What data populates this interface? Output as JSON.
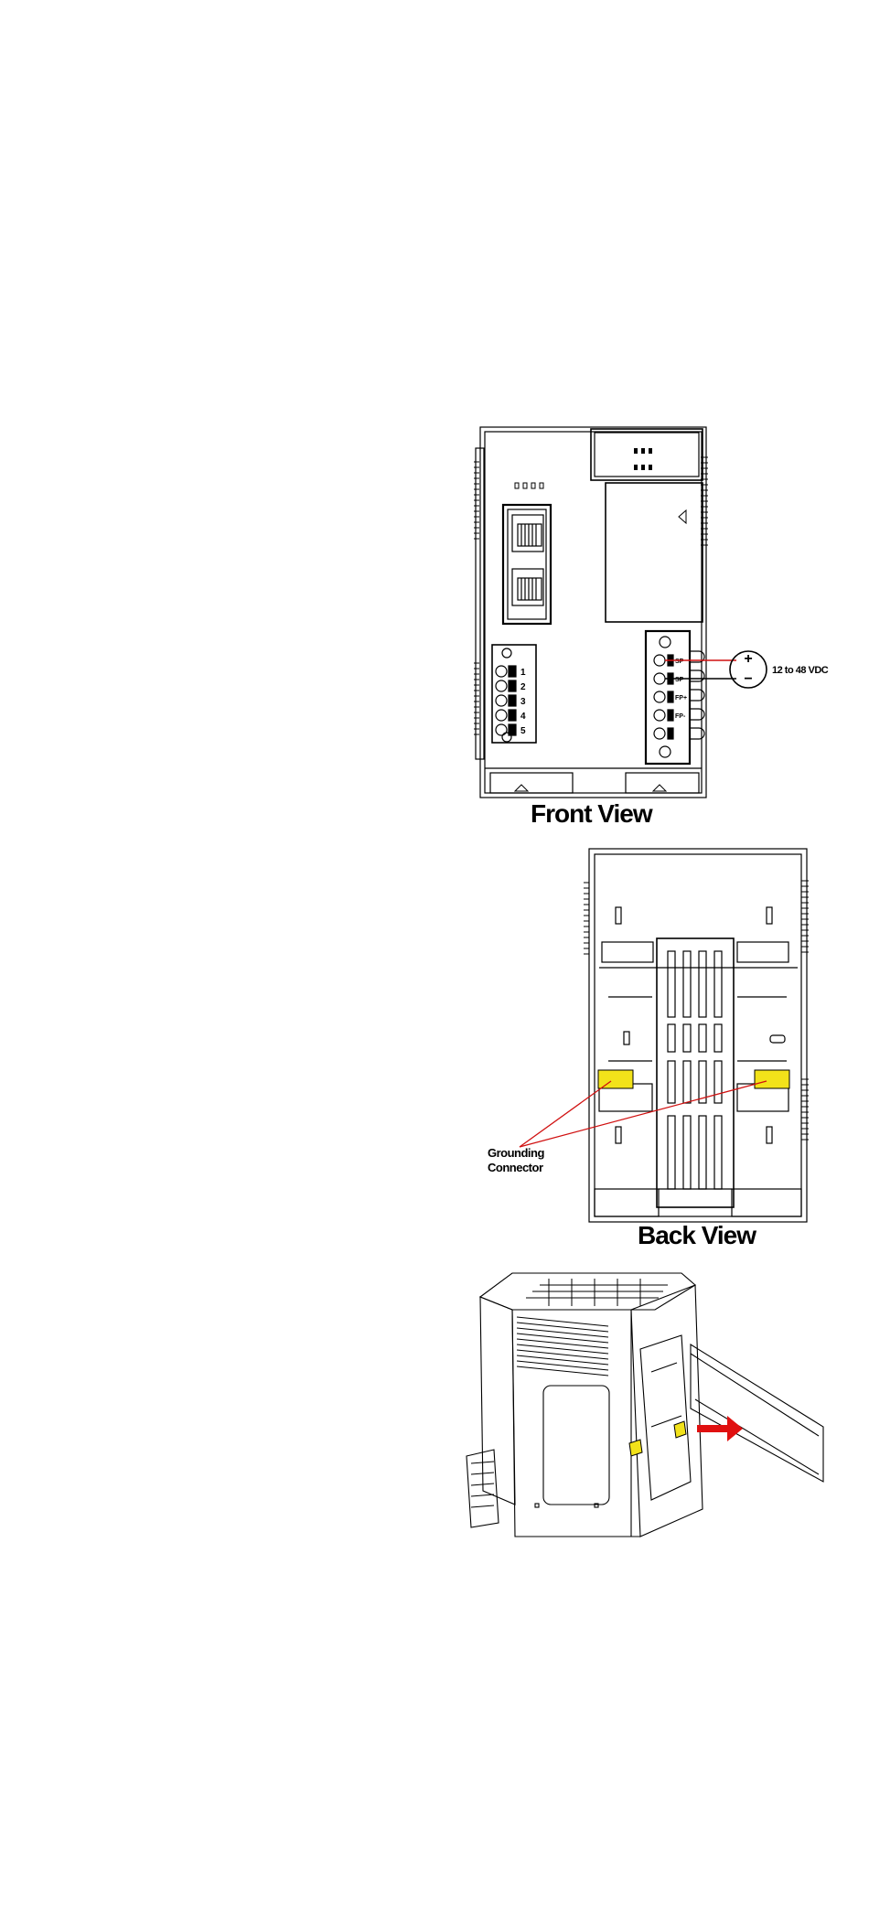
{
  "front_view": {
    "title": "Front View",
    "voltage_label": "12 to 48 VDC",
    "polarity_plus": "+",
    "polarity_minus": "−",
    "connector_pins": [
      "1",
      "2",
      "3",
      "4",
      "5"
    ],
    "power_terminals": [
      "SP",
      "SP",
      "FP+",
      "FP-"
    ]
  },
  "back_view": {
    "title": "Back View",
    "grounding_label_line1": "Grounding",
    "grounding_label_line2": "Connector"
  },
  "colors": {
    "line": "#000000",
    "highlight_yellow": "#f2e21a",
    "annotation_red": "#d01010",
    "arrow_red": "#e01010"
  }
}
